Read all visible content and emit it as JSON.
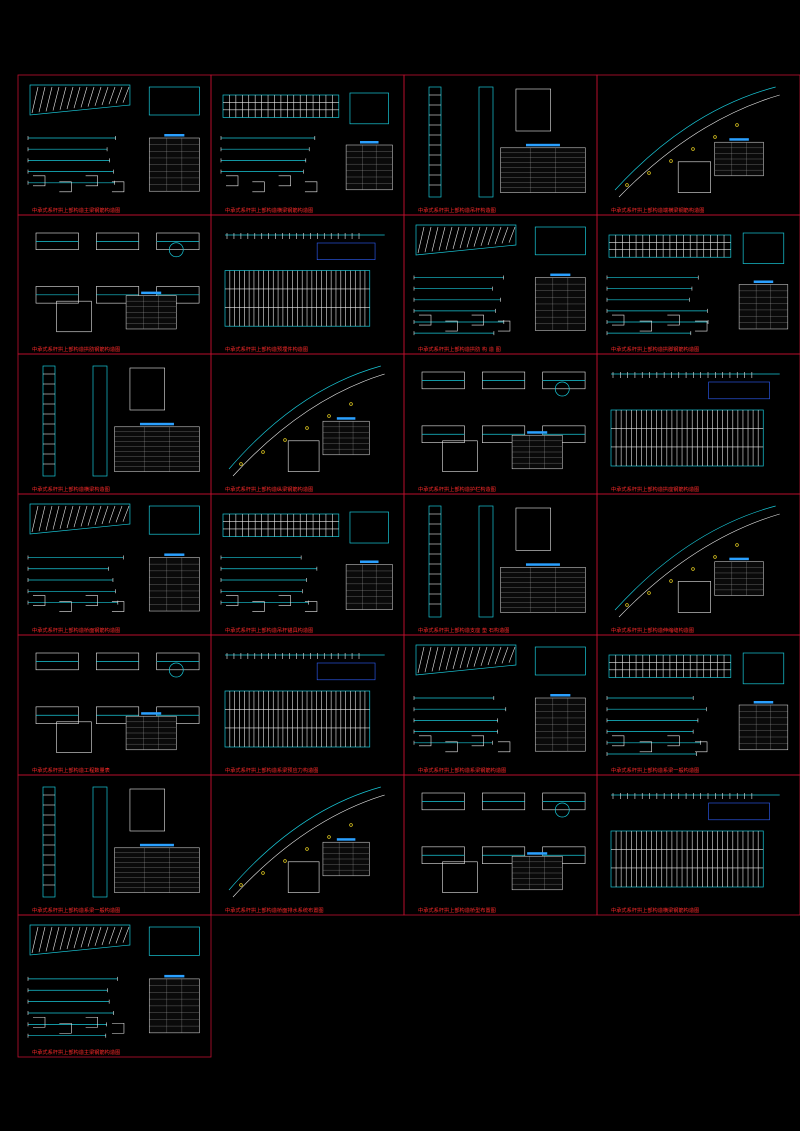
{
  "canvas": {
    "background": "#000000"
  },
  "colors": {
    "frame": "#c01030",
    "title_text": "#ff2a2a",
    "cyan": "#18c8d8",
    "white": "#e8e8e8",
    "blue": "#3060ff",
    "yellow": "#e8d020",
    "magenta": "#e020d0"
  },
  "sheets": [
    {
      "id": "s1",
      "title": "中承式系杆拱上部构造主梁钢筋构造图"
    },
    {
      "id": "s2",
      "title": "中承式系杆拱上部构造横梁钢筋构造图"
    },
    {
      "id": "s3",
      "title": "中承式系杆拱上部构造吊杆构造图"
    },
    {
      "id": "s4",
      "title": "中承式系杆拱上部构造端横梁钢筋构造图"
    },
    {
      "id": "s5",
      "title": "中承式系杆拱上部构造拱肋钢筋构造图"
    },
    {
      "id": "s6",
      "title": "中承式系杆拱上部构造预埋件构造图"
    },
    {
      "id": "s7",
      "title": "中承式系杆拱上部构造拱肋 构 造 图"
    },
    {
      "id": "s8",
      "title": "中承式系杆拱上部构造拱脚钢筋构造图"
    },
    {
      "id": "s9",
      "title": "中承式系杆拱上部构造横梁构造图"
    },
    {
      "id": "s10",
      "title": "中承式系杆拱上部构造纵梁钢筋构造图"
    },
    {
      "id": "s11",
      "title": "中承式系杆拱上部构造护栏构造图"
    },
    {
      "id": "s12",
      "title": "中承式系杆拱上部构造拱座钢筋构造图"
    },
    {
      "id": "s13",
      "title": "中承式系杆拱上部构造桥面钢筋构造图"
    },
    {
      "id": "s14",
      "title": "中承式系杆拱上部构造吊杆锚具构造图"
    },
    {
      "id": "s15",
      "title": "中承式系杆拱上部构造支座 垫 石构造图"
    },
    {
      "id": "s16",
      "title": "中承式系杆拱上部构造伸缩缝构造图"
    },
    {
      "id": "s17",
      "title": "中承式系杆拱上部构造工程数量表"
    },
    {
      "id": "s18",
      "title": "中承式系杆拱上部构造系梁预应力构造图"
    },
    {
      "id": "s19",
      "title": "中承式系杆拱上部构造系梁钢筋构造图"
    },
    {
      "id": "s20",
      "title": "中承式系杆拱上部构造系梁一般构造图"
    },
    {
      "id": "s21",
      "title": "中承式系杆拱上部构造系梁一般构造图"
    },
    {
      "id": "s22",
      "title": "中承式系杆拱上部构造桥面排水系统布置图"
    },
    {
      "id": "s23",
      "title": "中承式系杆拱上部构造桥型布置图"
    },
    {
      "id": "s24",
      "title": "中承式系杆拱上部构造横梁钢筋构造图"
    },
    {
      "id": "s25",
      "title": "中承式系杆拱上部构造主梁钢筋构造图"
    }
  ]
}
